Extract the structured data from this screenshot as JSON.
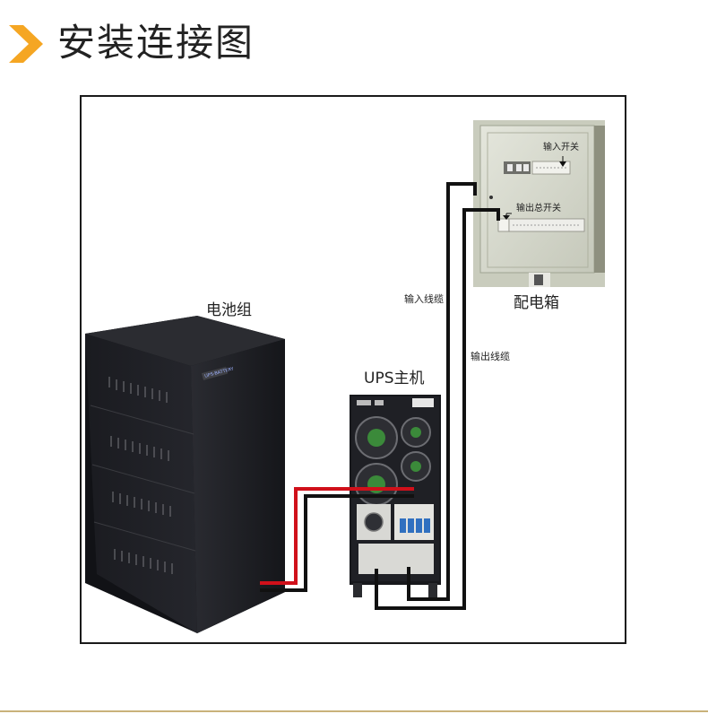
{
  "title": "安装连接图",
  "labels": {
    "battery_group": "电池组",
    "ups_host": "UPS主机",
    "distribution_box": "配电箱",
    "input_switch": "输入开关",
    "output_main_switch": "输出总开关",
    "input_cable": "输入线缆",
    "output_cable": "输出线缆",
    "battery_badge": "UPS-BATTERY"
  },
  "colors": {
    "accent": "#f5a623",
    "positive_cable": "#d0101a",
    "negative_cable": "#111111",
    "cabinet": "#1c1d22",
    "box": "#d6d8cc"
  },
  "icons": {
    "header": "chevron-right-icon"
  }
}
